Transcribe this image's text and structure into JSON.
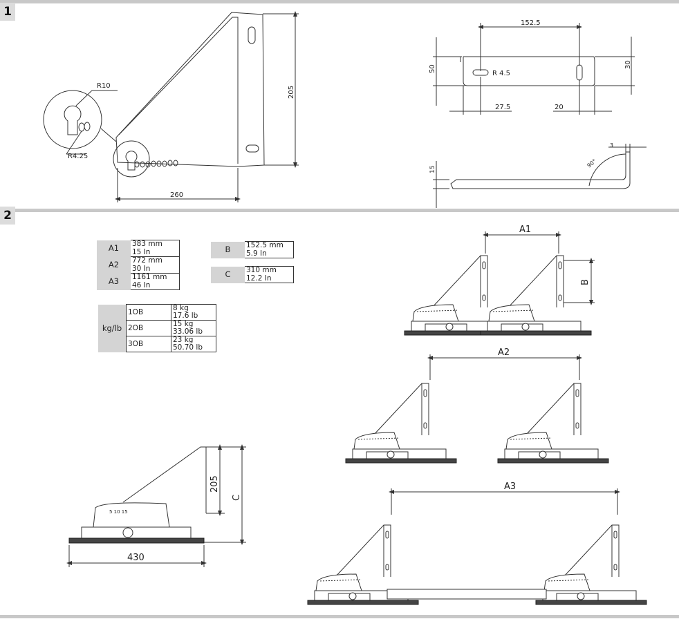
{
  "panels": [
    {
      "number": "1"
    },
    {
      "number": "2"
    }
  ],
  "drawing1": {
    "dims": {
      "r10": "R10",
      "r425": "R4.25",
      "h205": "205",
      "w260": "260",
      "w1525": "152.5",
      "h50": "50",
      "h30": "30",
      "r45": "R 4.5",
      "w275": "27.5",
      "w20": "20",
      "t3": "3",
      "a90": "90°",
      "t15": "15"
    }
  },
  "table_a": [
    {
      "key": "A1",
      "mm": "383 mm",
      "in": "15 In"
    },
    {
      "key": "A2",
      "mm": "772 mm",
      "in": "30 In"
    },
    {
      "key": "A3",
      "mm": "1161 mm",
      "in": "46 In"
    }
  ],
  "table_b": [
    {
      "key": "B",
      "mm": "152.5 mm",
      "in": "5.9 In"
    },
    {
      "key": "C",
      "mm": "310 mm",
      "in": "12.2 In"
    }
  ],
  "table_weight": {
    "label": "kg/lb",
    "rows": [
      {
        "key": "1OB",
        "kg": "8 kg",
        "lb": "17.6 lb"
      },
      {
        "key": "2OB",
        "kg": "15 kg",
        "lb": "33.06 lb"
      },
      {
        "key": "3OB",
        "kg": "23 kg",
        "lb": "50.70 lb"
      }
    ]
  },
  "drawing2": {
    "a1": "A1",
    "a2": "A2",
    "a3": "A3",
    "b": "B",
    "c": "C",
    "h205": "205",
    "w430": "430",
    "scale": "5 10 15"
  }
}
